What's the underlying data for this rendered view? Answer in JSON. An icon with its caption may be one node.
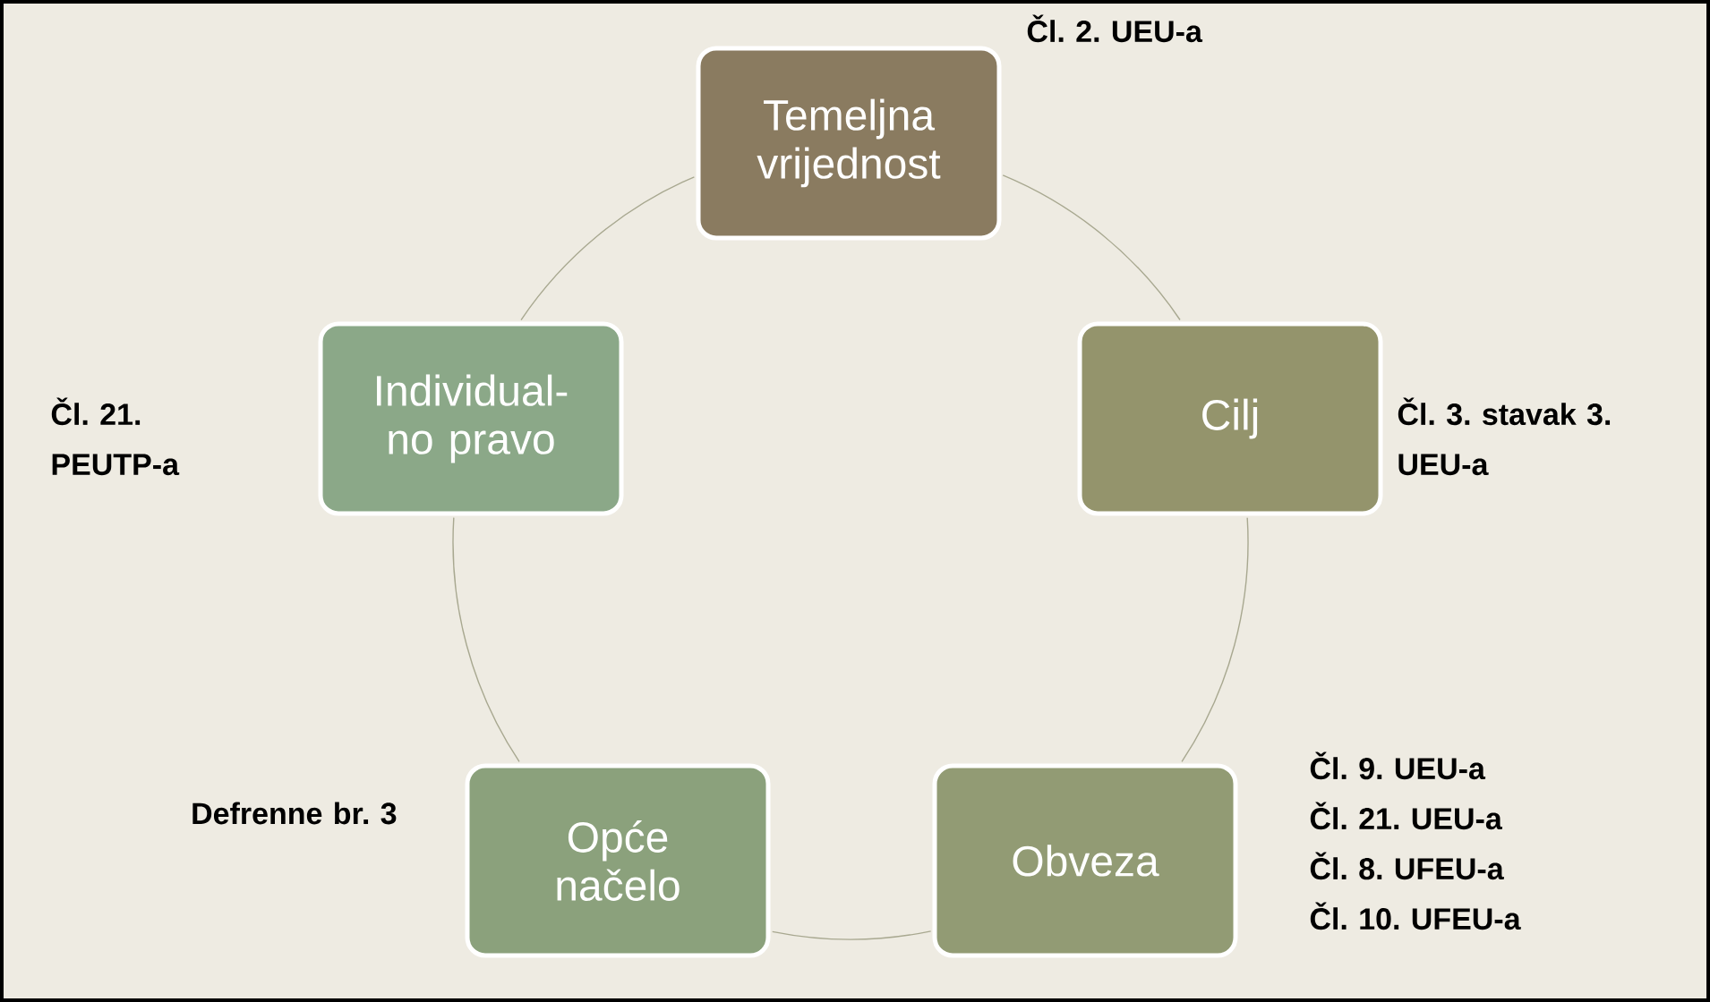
{
  "diagram": {
    "nodes": [
      {
        "text": [
          "Temeljna vrijednost"
        ],
        "beside": [
          "Čl. 2. UEU-a"
        ]
      },
      {
        "text": [
          "Individual- no pravo"
        ]
      },
      {
        "text": [
          "Cilj"
        ],
        "beside": [
          "Čl. 3. stavak 3. UEU-a"
        ]
      },
      {
        "text": [
          "Opće načelo"
        ],
        "beside": [
          "Defrenne br. 3"
        ]
      },
      {
        "text": [
          "Obveza"
        ],
        "beside": [
          "Čl. 9. UEU-a",
          "Čl. 21. UEU-a",
          "Čl. 8. UFEU-a",
          "Čl. 10. UFEU-a"
        ]
      }
    ],
    "edges": [
      {
        "from": 0,
        "to": 2,
        "arrow": "none"
      },
      {
        "from": 2,
        "to": 4,
        "arrow": "none"
      },
      {
        "from": 4,
        "to": 3,
        "arrow": "none"
      },
      {
        "from": 3,
        "to": 1,
        "arrow": "none"
      },
      {
        "from": 1,
        "to": 0,
        "arrow": "none"
      }
    ],
    "labels": [
      "Čl. 21. PEUTP-a"
    ]
  }
}
